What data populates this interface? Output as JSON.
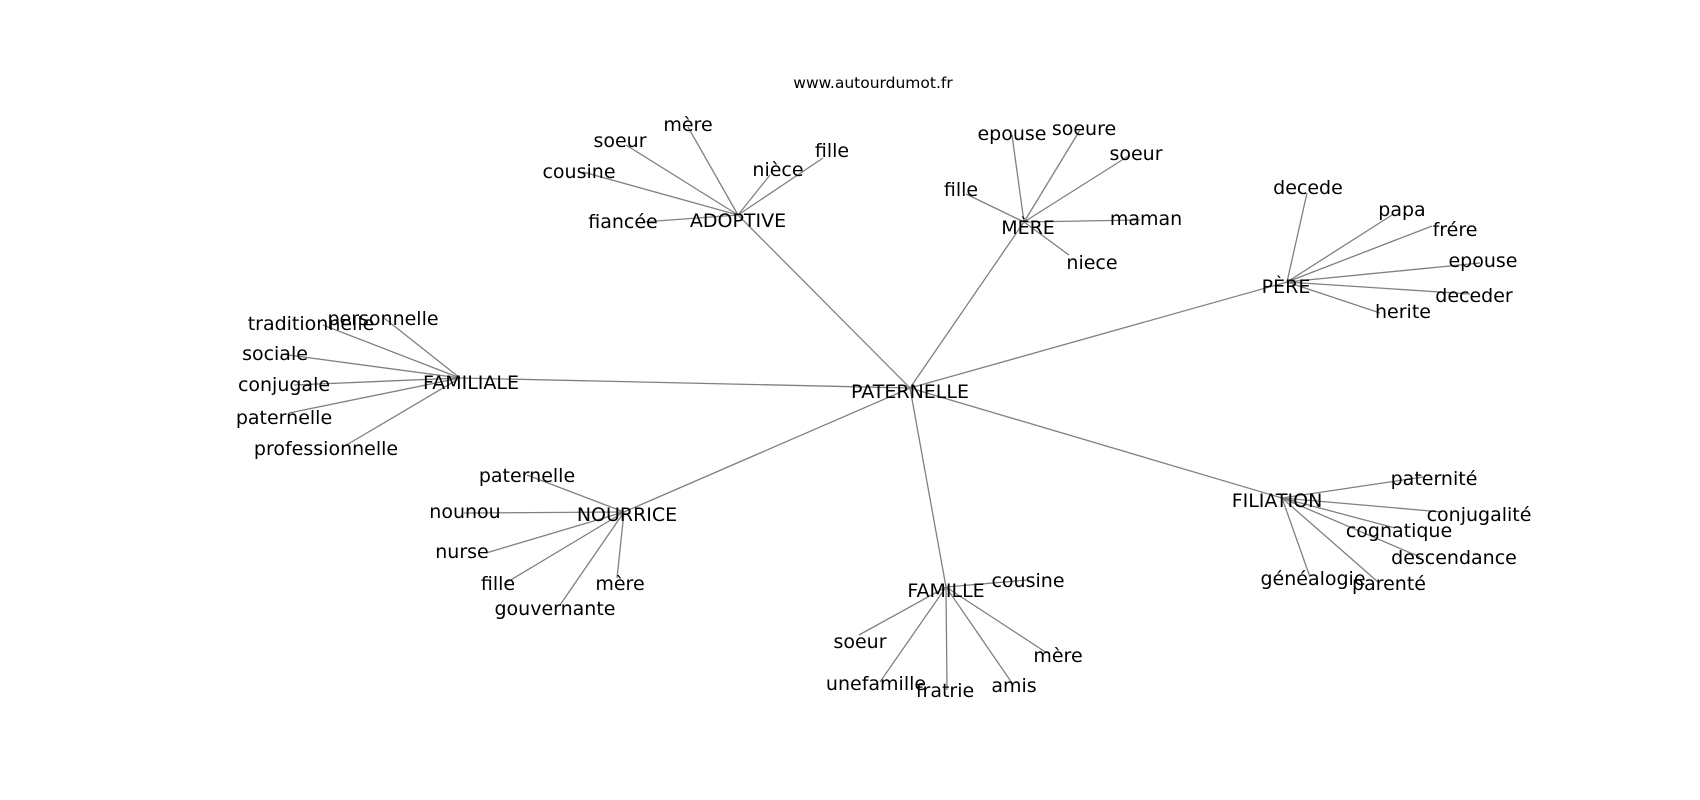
{
  "source": "www.autourdumot.fr",
  "root": "PATERNELLE",
  "clusters": [
    {
      "hub": "ADOPTIVE",
      "leaves": [
        "mère",
        "soeur",
        "cousine",
        "fiancée",
        "nièce",
        "fille"
      ]
    },
    {
      "hub": "MÈRE",
      "leaves": [
        "epouse",
        "soeure",
        "soeur",
        "fille",
        "maman",
        "niece"
      ]
    },
    {
      "hub": "PÈRE",
      "leaves": [
        "decede",
        "papa",
        "frére",
        "epouse",
        "deceder",
        "herite"
      ]
    },
    {
      "hub": "FAMILIALE",
      "leaves": [
        "traditionnelle",
        "personnelle",
        "sociale",
        "conjugale",
        "paternelle",
        "professionnelle"
      ]
    },
    {
      "hub": "NOURRICE",
      "leaves": [
        "paternelle",
        "nounou",
        "nurse",
        "fille",
        "mère",
        "gouvernante"
      ]
    },
    {
      "hub": "FAMILLE",
      "leaves": [
        "cousine",
        "soeur",
        "mère",
        "unefamille",
        "fratrie",
        "amis"
      ]
    },
    {
      "hub": "FILIATION",
      "leaves": [
        "paternité",
        "conjugalité",
        "cognatique",
        "descendance",
        "généalogie",
        "parenté"
      ]
    }
  ]
}
